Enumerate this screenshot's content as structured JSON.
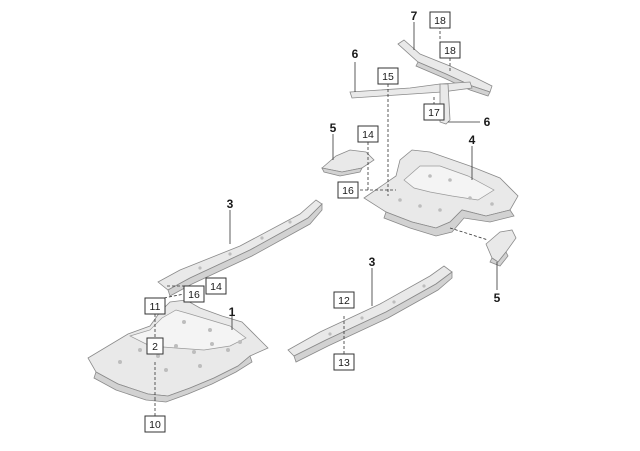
{
  "labels": {
    "n1": "1",
    "n3a": "3",
    "n3b": "3",
    "n4": "4",
    "n5a": "5",
    "n5b": "5",
    "n6a": "6",
    "n6b": "6",
    "n7": "7"
  },
  "boxes": {
    "b2": "2",
    "b10": "10",
    "b11": "11",
    "b12": "12",
    "b13": "13",
    "b14a": "14",
    "b14b": "14",
    "b15": "15",
    "b16a": "16",
    "b16b": "16",
    "b17": "17",
    "b18a": "18",
    "b18b": "18"
  }
}
